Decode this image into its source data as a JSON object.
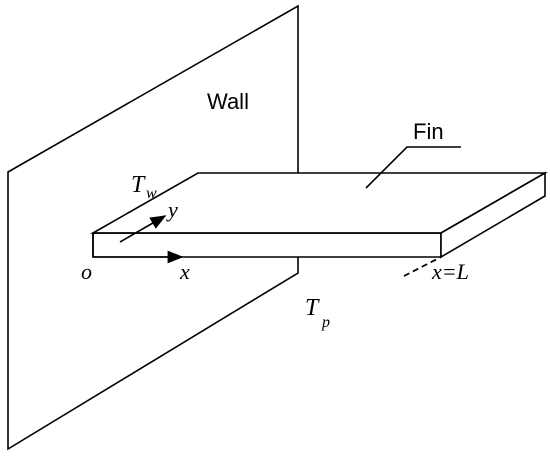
{
  "labels": {
    "wall": "Wall",
    "fin": "Fin",
    "tw_base": "T",
    "tw_sub": "w",
    "tp_base": "T",
    "tp_sub": "p",
    "origin": "o",
    "x_axis": "x",
    "y_axis": "y",
    "x_end": "x=L"
  },
  "colors": {
    "line": "#000000",
    "background": "#ffffff"
  }
}
